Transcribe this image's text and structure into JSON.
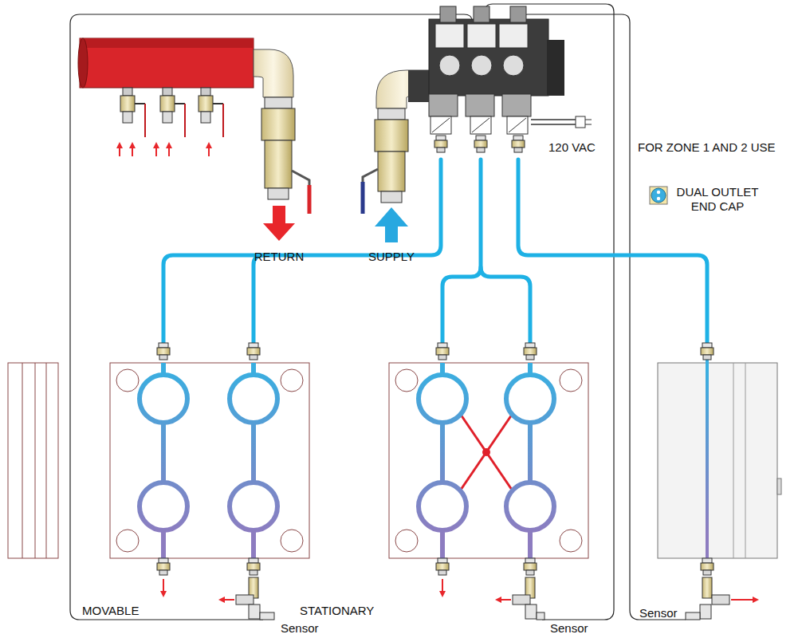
{
  "diagram": {
    "labels": [
      "RETURN",
      "SUPPLY",
      "120 VAC",
      "FOR ZONE 1 AND 2 USE",
      "MOVABLE",
      "STATIONARY",
      "Sensor",
      "Sensor",
      "Sensor"
    ],
    "legend": [
      {
        "text": "DUAL OUTLET END CAP"
      }
    ]
  }
}
